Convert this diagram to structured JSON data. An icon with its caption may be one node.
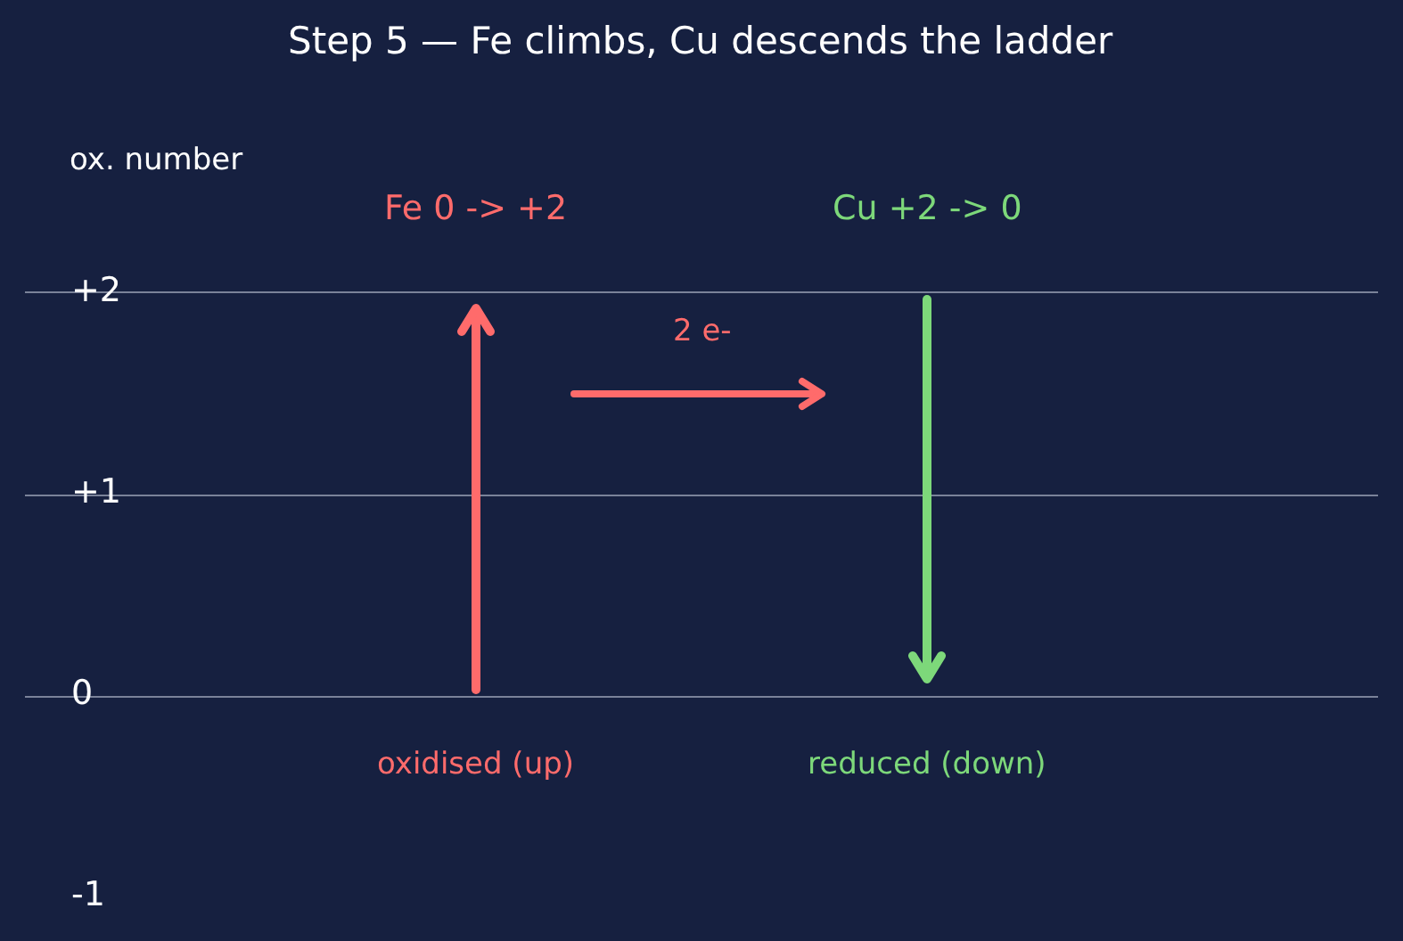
{
  "diagram": {
    "title": "Step 5 — Fe climbs, Cu descends the ladder",
    "labels": [
      "ox. number",
      "Fe 0 -> +2",
      "Cu +2 -> 0",
      "+2",
      "2 e-",
      "+1",
      "0",
      "oxidised (up)",
      "reduced (down)",
      "-1"
    ]
  }
}
